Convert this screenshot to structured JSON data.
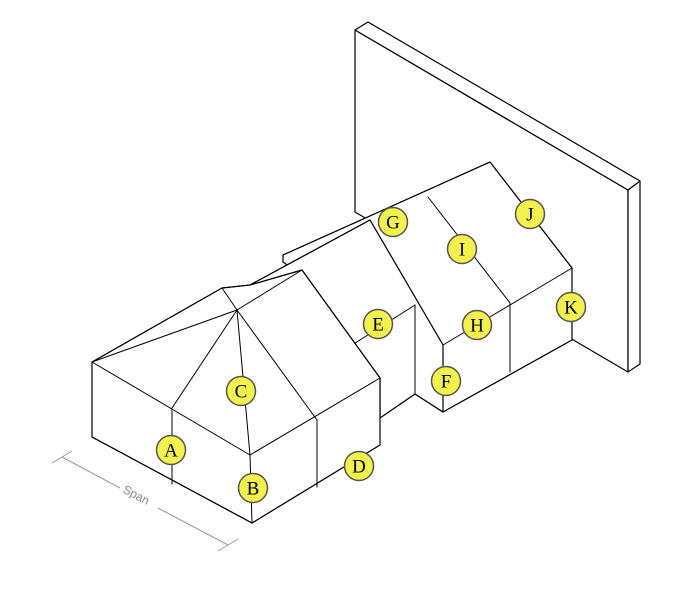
{
  "markers": [
    {
      "id": "A",
      "label": "A"
    },
    {
      "id": "B",
      "label": "B"
    },
    {
      "id": "C",
      "label": "C"
    },
    {
      "id": "D",
      "label": "D"
    },
    {
      "id": "E",
      "label": "E"
    },
    {
      "id": "F",
      "label": "F"
    },
    {
      "id": "G",
      "label": "G"
    },
    {
      "id": "H",
      "label": "H"
    },
    {
      "id": "I",
      "label": "I"
    },
    {
      "id": "J",
      "label": "J"
    },
    {
      "id": "K",
      "label": "K"
    }
  ],
  "dimension": {
    "label": "Span"
  },
  "colors": {
    "marker_fill": "#f2f24a",
    "marker_stroke": "#555555",
    "lines": "#000000",
    "dimension": "#9a9a9a"
  }
}
